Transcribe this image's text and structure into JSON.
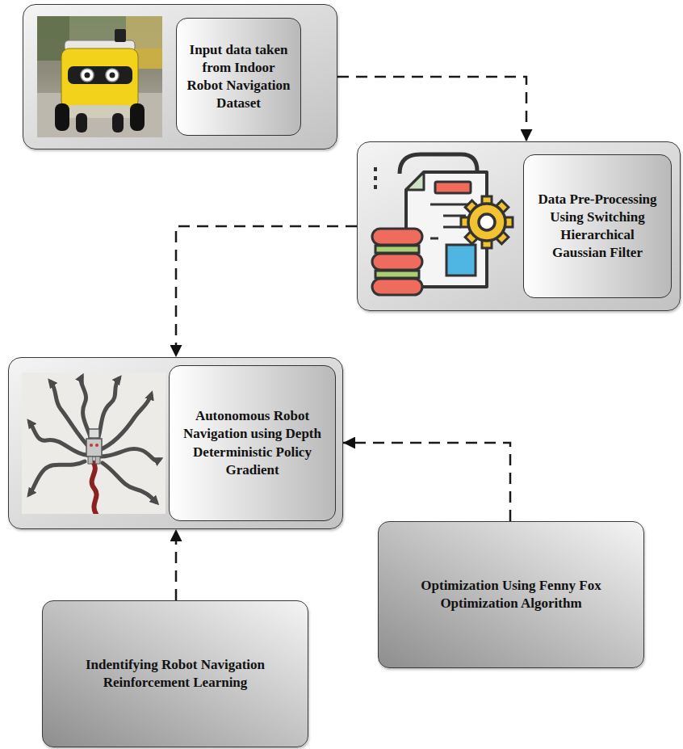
{
  "diagram": {
    "nodes": [
      {
        "text": [
          "Input data taken from Indoor Robot Navigation Dataset"
        ]
      },
      {
        "text": [
          "Data Pre-Processing Using Switching Hierarchical Gaussian Filter"
        ]
      },
      {
        "text": [
          "Autonomous Robot Navigation using Depth Deterministic Policy Gradient"
        ]
      },
      {
        "text": [
          "Optimization Using Fenny Fox Optimization Algorithm"
        ]
      },
      {
        "text": [
          "Indentifying Robot Navigation Reinforcement Learning"
        ]
      }
    ],
    "edges": [
      {
        "from": 0,
        "to": 1,
        "arrow": "to"
      },
      {
        "from": 1,
        "to": 2,
        "arrow": "to"
      },
      {
        "from": 3,
        "to": 2,
        "arrow": "to"
      },
      {
        "from": 4,
        "to": 2,
        "arrow": "to"
      }
    ]
  }
}
